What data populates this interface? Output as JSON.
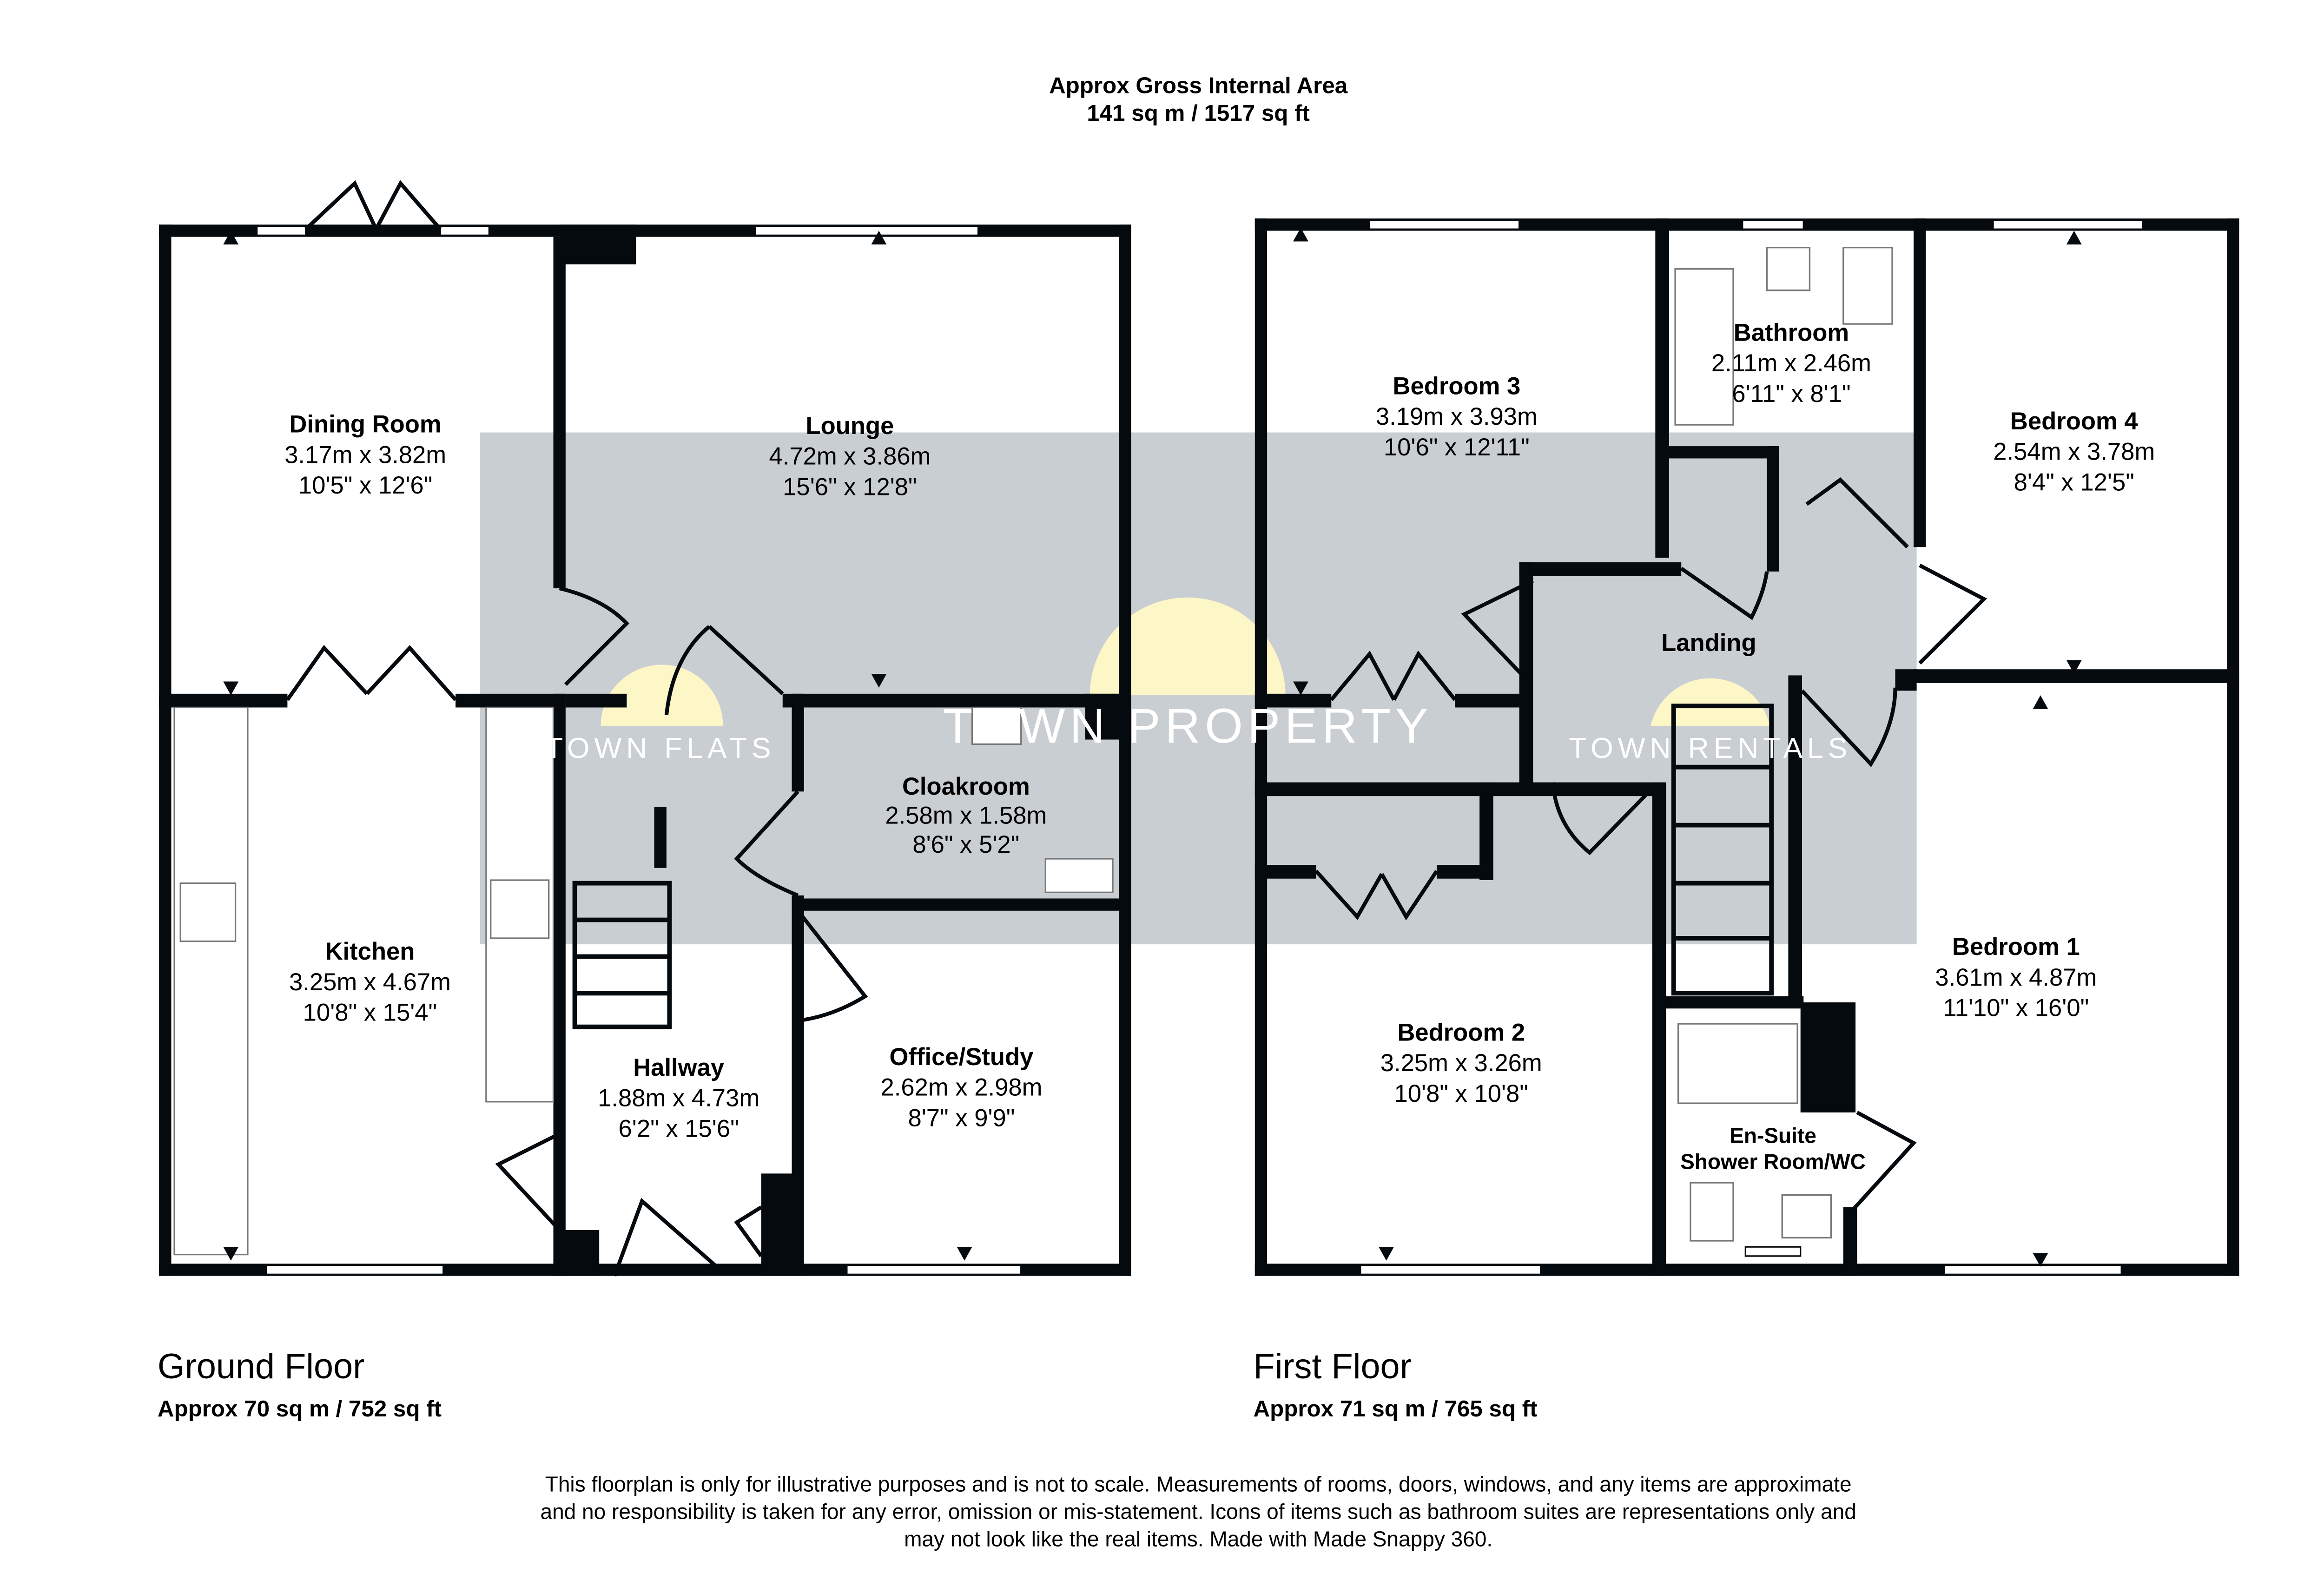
{
  "header": {
    "line1": "Approx Gross Internal Area",
    "line2": "141 sq m / 1517 sq ft"
  },
  "watermark": {
    "left": "TOWN FLATS",
    "center": "TOWN PROPERTY",
    "right": "TOWN RENTALS",
    "band_color": "#c9ced3",
    "logo_color": "#fdf7c8"
  },
  "ground_floor": {
    "title": "Ground Floor",
    "area": "Approx 70 sq m / 752 sq ft",
    "rooms": [
      {
        "name": "Dining Room",
        "metric": "3.17m x 3.82m",
        "imperial": "10'5\" x 12'6\""
      },
      {
        "name": "Lounge",
        "metric": "4.72m x 3.86m",
        "imperial": "15'6\" x 12'8\""
      },
      {
        "name": "Cloakroom",
        "metric": "2.58m x 1.58m",
        "imperial": "8'6\" x 5'2\""
      },
      {
        "name": "Kitchen",
        "metric": "3.25m x 4.67m",
        "imperial": "10'8\" x 15'4\""
      },
      {
        "name": "Hallway",
        "metric": "1.88m x 4.73m",
        "imperial": "6'2\" x 15'6\""
      },
      {
        "name": "Office/Study",
        "metric": "2.62m x 2.98m",
        "imperial": "8'7\" x 9'9\""
      }
    ]
  },
  "first_floor": {
    "title": "First Floor",
    "area": "Approx 71 sq m / 765 sq ft",
    "rooms": [
      {
        "name": "Bedroom 3",
        "metric": "3.19m x 3.93m",
        "imperial": "10'6\" x 12'11\""
      },
      {
        "name": "Bathroom",
        "metric": "2.11m x 2.46m",
        "imperial": "6'11\" x 8'1\""
      },
      {
        "name": "Bedroom 4",
        "metric": "2.54m x 3.78m",
        "imperial": "8'4\" x 12'5\""
      },
      {
        "name": "Landing"
      },
      {
        "name": "Bedroom 2",
        "metric": "3.25m x 3.26m",
        "imperial": "10'8\" x 10'8\""
      },
      {
        "name": "Bedroom 1",
        "metric": "3.61m x 4.87m",
        "imperial": "11'10\" x 16'0\""
      },
      {
        "name": "En-Suite",
        "subname": "Shower Room/WC"
      }
    ]
  },
  "disclaimer": [
    "This floorplan is only for illustrative purposes and is not to scale. Measurements of rooms, doors, windows, and any items are approximate",
    "and no responsibility is taken for any error, omission or mis-statement. Icons of items such as bathroom suites are representations only and",
    "may not look like the real items. Made with Made Snappy 360."
  ]
}
